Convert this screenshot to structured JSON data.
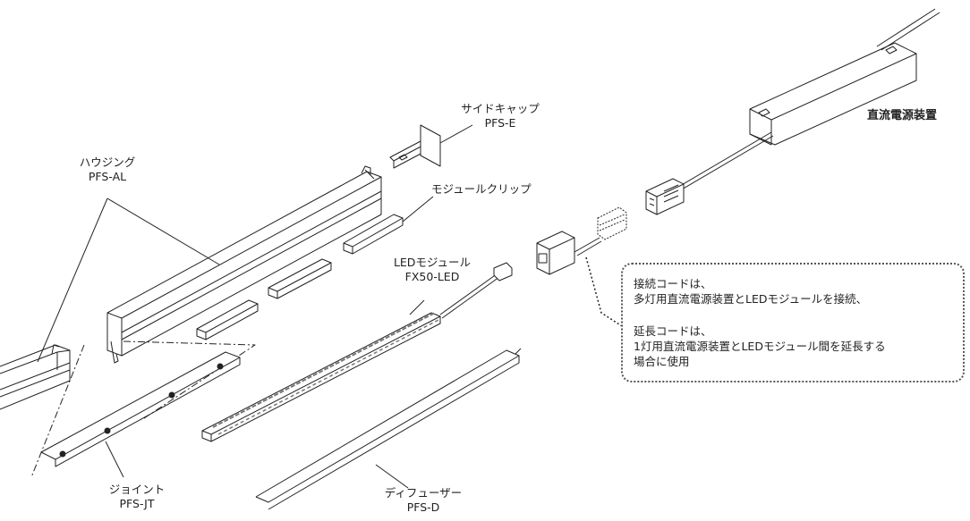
{
  "labels": {
    "side_cap": {
      "name": "サイドキャップ",
      "code": "PFS-E"
    },
    "housing": {
      "name": "ハウジング",
      "code": "PFS-AL"
    },
    "module_clip": {
      "name": "モジュールクリップ"
    },
    "led_module": {
      "name": "LEDモジュール",
      "code": "FX50-LED"
    },
    "joint": {
      "name": "ジョイント",
      "code": "PFS-JT"
    },
    "diffuser": {
      "name": "ディフューザー",
      "code": "PFS-D"
    },
    "power_supply": {
      "name": "直流電源装置"
    }
  },
  "note": {
    "line1": "接続コードは、",
    "line2": "多灯用直流電源装置とLEDモジュールを接続、",
    "line3": "延長コードは、",
    "line4": "1灯用直流電源装置とLEDモジュール間を延長する",
    "line5": "場合に使用"
  },
  "colors": {
    "line": "#222222",
    "fill": "#ffffff",
    "shade": "#d8d8d8"
  }
}
